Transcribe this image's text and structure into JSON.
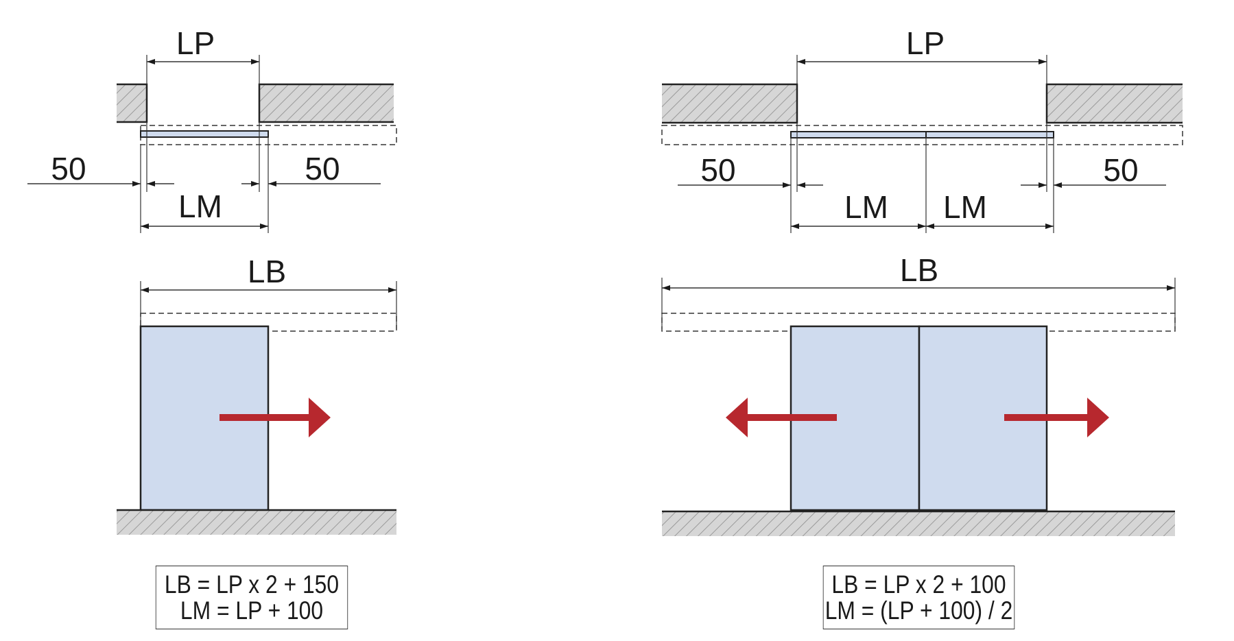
{
  "colors": {
    "door_fill": "#cfdbee",
    "wall_fill": "#d6d6d6",
    "hatch": "#9a9a9a",
    "outline": "#222222",
    "arrow": "#b7282e"
  },
  "single_door": {
    "top_label": "LP",
    "left_gap": "50",
    "right_gap": "50",
    "motor_label": "LM",
    "beam_label": "LB",
    "formula_line1": "LB = LP x 2 + 150",
    "formula_line2": "LM = LP + 100",
    "arrow_direction": "right"
  },
  "double_door": {
    "top_label": "LP",
    "left_gap": "50",
    "right_gap": "50",
    "motor_label_left": "LM",
    "motor_label_right": "LM",
    "beam_label": "LB",
    "formula_line1": "LB = LP x 2 + 100",
    "formula_line2": "LM = (LP + 100) / 2",
    "arrow_directions": [
      "left",
      "right"
    ]
  }
}
